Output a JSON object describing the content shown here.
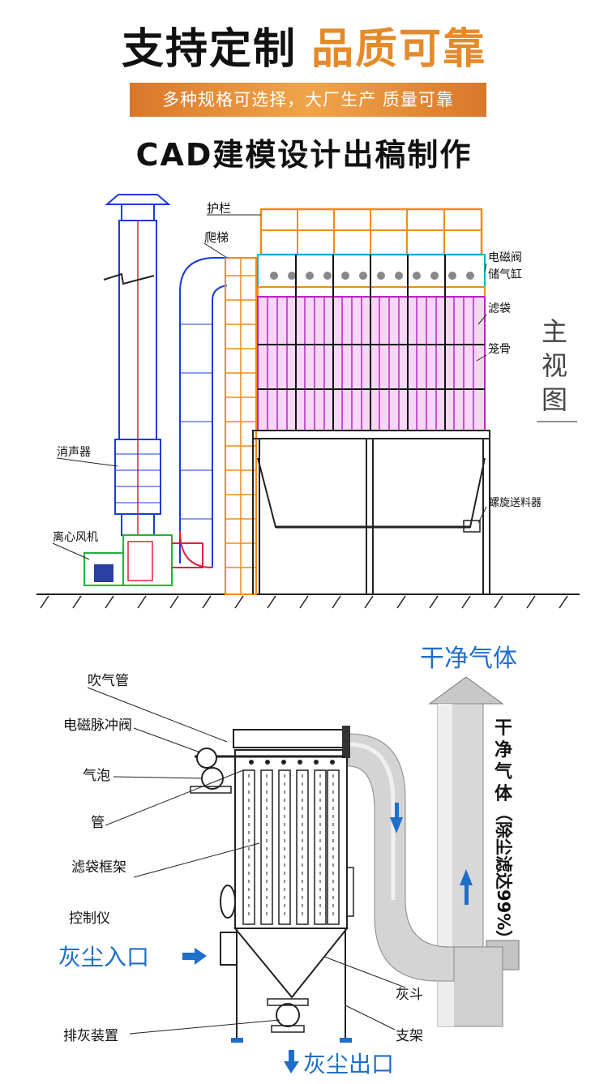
{
  "header": {
    "title_black": "支持定制",
    "title_orange": "品质可靠",
    "banner": "多种规格可选择，大厂生产 质量可靠",
    "subtitle": "CAD建模设计出稿制作"
  },
  "front_view": {
    "labels": {
      "guardrail": "护栏",
      "ladder": "爬梯",
      "solenoid_valve": "电磁阀",
      "air_tank": "储气缸",
      "filter_bag": "滤袋",
      "cage": "笼骨",
      "silencer": "消声器",
      "fan": "离心风机",
      "screw_conveyor": "螺旋送料器"
    },
    "view_title": [
      "主",
      "视",
      "图"
    ]
  },
  "schematic": {
    "labels": {
      "blow_pipe": "吹气管",
      "pulse_valve": "电磁脉冲阀",
      "air_bubble": "气泡",
      "pipe": "管",
      "bag_frame": "滤袋框架",
      "controller": "控制仪",
      "hopper": "灰斗",
      "discharge": "排灰装置",
      "support": "支架"
    },
    "clean_gas_top": "干净气体",
    "clean_gas_vertical": [
      "干",
      "净",
      "气",
      "体"
    ],
    "efficiency_vertical": "（除尘滤达99%）",
    "dust_inlet": "灰尘入口",
    "dust_outlet": "灰尘出口",
    "colors": {
      "accent_blue": "#1e6fc9",
      "orange": "#e58a2a"
    }
  }
}
